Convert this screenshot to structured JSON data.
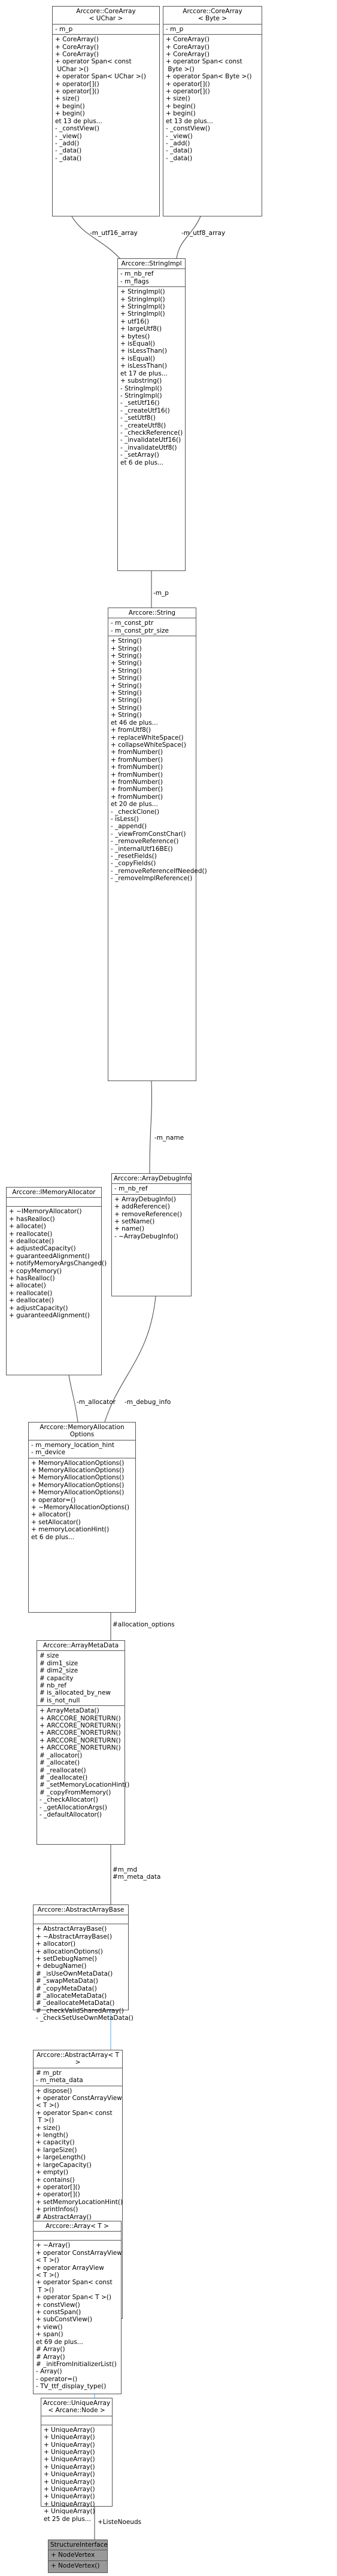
{
  "nodes": {
    "corearray_uchar": {
      "title": "Arccore::CoreArray\n< UChar >",
      "attrs": "- m_p",
      "methods": "+ CoreArray()\n+ CoreArray()\n+ CoreArray()\n+ operator Span< const\n UChar >()\n+ operator Span< UChar >()\n+ operator[]()\n+ operator[]()\n+ size()\n+ begin()\n+ begin()\net 13 de plus...\n- _constView()\n- _view()\n- _add()\n- _data()\n- _data()"
    },
    "corearray_byte": {
      "title": "Arccore::CoreArray\n< Byte >",
      "attrs": "- m_p",
      "methods": "+ CoreArray()\n+ CoreArray()\n+ CoreArray()\n+ operator Span< const\n Byte >()\n+ operator Span< Byte >()\n+ operator[]()\n+ operator[]()\n+ size()\n+ begin()\n+ begin()\net 13 de plus...\n- _constView()\n- _view()\n- _add()\n- _data()\n- _data()"
    },
    "stringimpl": {
      "title": "Arccore::StringImpl",
      "attrs": "- m_nb_ref\n- m_flags",
      "methods": "+ StringImpl()\n+ StringImpl()\n+ StringImpl()\n+ StringImpl()\n+ utf16()\n+ largeUtf8()\n+ bytes()\n+ isEqual()\n+ isLessThan()\n+ isEqual()\n+ isLessThan()\net 17 de plus...\n+ substring()\n- StringImpl()\n- StringImpl()\n- _setUtf16()\n- _createUtf16()\n- _setUtf8()\n- _createUtf8()\n- _checkReference()\n- _invalidateUtf16()\n- _invalidateUtf8()\n- _setArray()\net 6 de plus..."
    },
    "string": {
      "title": "Arccore::String",
      "attrs": "- m_const_ptr\n- m_const_ptr_size",
      "methods": "+ String()\n+ String()\n+ String()\n+ String()\n+ String()\n+ String()\n+ String()\n+ String()\n+ String()\n+ String()\n+ String()\net 46 de plus...\n+ fromUtf8()\n+ replaceWhiteSpace()\n+ collapseWhiteSpace()\n+ fromNumber()\n+ fromNumber()\n+ fromNumber()\n+ fromNumber()\n+ fromNumber()\n+ fromNumber()\n+ fromNumber()\net 20 de plus...\n- _checkClone()\n- isLess()\n- _append()\n- _viewFromConstChar()\n- _removeReference()\n- _internalUtf16BE()\n- _resetFields()\n- _copyFields()\n- _removeReferenceIfNeeded()\n- _removeImplReference()"
    },
    "imemoryallocator": {
      "title": "Arccore::IMemoryAllocator",
      "attrs": "",
      "methods": "+ ~IMemoryAllocator()\n+ hasRealloc()\n+ allocate()\n+ reallocate()\n+ deallocate()\n+ adjustedCapacity()\n+ guaranteedAlignment()\n+ notifyMemoryArgsChanged()\n+ copyMemory()\n+ hasRealloc()\n+ allocate()\n+ reallocate()\n+ deallocate()\n+ adjustCapacity()\n+ guaranteedAlignment()"
    },
    "arraydebuginfo": {
      "title": "Arccore::ArrayDebugInfo",
      "attrs": "- m_nb_ref",
      "methods": "+ ArrayDebugInfo()\n+ addReference()\n+ removeReference()\n+ setName()\n+ name()\n- ~ArrayDebugInfo()"
    },
    "memoryallocationoptions": {
      "title": "Arccore::MemoryAllocation\nOptions",
      "attrs": "- m_memory_location_hint\n- m_device",
      "methods": "+ MemoryAllocationOptions()\n+ MemoryAllocationOptions()\n+ MemoryAllocationOptions()\n+ MemoryAllocationOptions()\n+ MemoryAllocationOptions()\n+ operator=()\n+ ~MemoryAllocationOptions()\n+ allocator()\n+ setAllocator()\n+ memoryLocationHint()\net 6 de plus..."
    },
    "arraymetadata": {
      "title": "Arccore::ArrayMetaData",
      "attrs": "# size\n# dim1_size\n# dim2_size\n# capacity\n# nb_ref\n# is_allocated_by_new\n# is_not_null",
      "methods": "+ ArrayMetaData()\n+ ARCCORE_NORETURN()\n+ ARCCORE_NORETURN()\n+ ARCCORE_NORETURN()\n+ ARCCORE_NORETURN()\n+ ARCCORE_NORETURN()\n# _allocator()\n# _allocate()\n# _reallocate()\n# _deallocate()\n# _setMemoryLocationHint()\n# _copyFromMemory()\n- _checkAllocator()\n- _getAllocationArgs()\n- _defaultAllocator()"
    },
    "abstractarraybase": {
      "title": "Arccore::AbstractArrayBase",
      "attrs": "",
      "methods": "+ AbstractArrayBase()\n+ ~AbstractArrayBase()\n+ allocator()\n+ allocationOptions()\n+ setDebugName()\n+ debugName()\n# _isUseOwnMetaData()\n# _swapMetaData()\n# _copyMetaData()\n# _allocateMetaData()\n# _deallocateMetaData()\n# _checkValidSharedArray()\n- _checkSetUseOwnMetaData()"
    },
    "abstractarray": {
      "title": "Arccore::AbstractArray< T >",
      "attrs": "# m_ptr\n- m_meta_data",
      "methods": "+ dispose()\n+ operator ConstArrayView\n< T >()\n+ operator Span< const\n T >()\n+ size()\n+ length()\n+ capacity()\n+ largeSize()\n+ largeLength()\n+ largeCapacity()\n+ empty()\n+ contains()\n+ operator[]()\n+ operator[]()\n+ setMemoryLocationHint()\n+ printInfos()\n# AbstractArray()\n# AbstractArray()\n# AbstractArray()\n# operator=()\n# ~AbstractArray()\n# _initFromSpan()\n# _initFromAllocator()\n# _initFromAllocator()\n# _reserve()\n# _internalRealloc()\net 40 de plus...\n- _directFirstAllocateWith\nAllocator()\n- _directAllocate()\n- _allocateMP()\n- _directReAllocate()\n- _setToSharedNull()"
    },
    "array": {
      "title": "Arccore::Array< T >",
      "attrs": "",
      "methods": "+ ~Array()\n+ operator ConstArrayView\n< T >()\n+ operator ArrayView\n< T >()\n+ operator Span< const\n T >()\n+ operator Span< T >()\n+ constView()\n+ constSpan()\n+ subConstView()\n+ view()\n+ span()\net 69 de plus...\n# Array()\n# Array()\n# _initFromInitializerList()\n- Array()\n- operator=()\n- TV_ttf_display_type()"
    },
    "uniquearray": {
      "title": "Arccore::UniqueArray\n< Arcane::Node >",
      "attrs": "",
      "methods": "+ UniqueArray()\n+ UniqueArray()\n+ UniqueArray()\n+ UniqueArray()\n+ UniqueArray()\n+ UniqueArray()\n+ UniqueArray()\n+ UniqueArray()\n+ UniqueArray()\n+ UniqueArray()\n+ UniqueArray()\n+ UniqueArray()\net 25 de plus..."
    },
    "structureinterface": {
      "title": "StructureInterface",
      "attrs": "+ NodeVertex",
      "methods": "+ NodeVertex()"
    }
  },
  "edges": {
    "m_utf16_array": "-m_utf16_array",
    "m_utf8_array": "-m_utf8_array",
    "m_p": "-m_p",
    "m_name": "-m_name",
    "m_allocator": "-m_allocator",
    "m_debug_info": "-m_debug_info",
    "allocation_options": "#allocation_options",
    "m_md": "#m_md\n#m_meta_data",
    "listenoeuds": "+ListeNoeuds"
  }
}
